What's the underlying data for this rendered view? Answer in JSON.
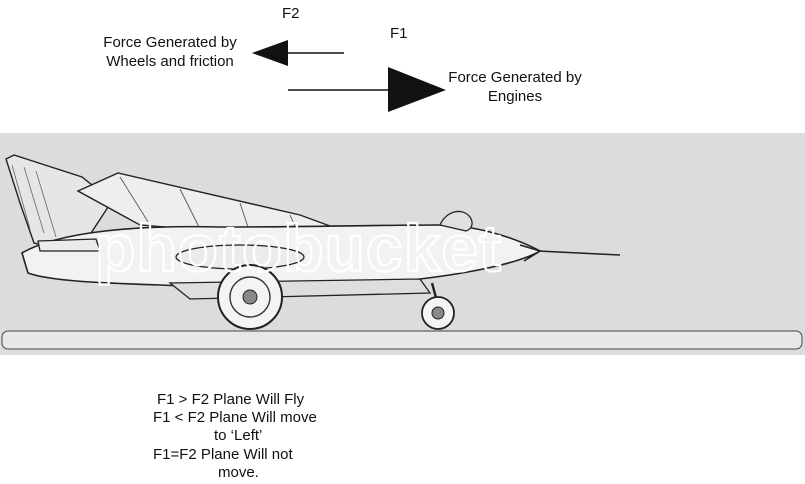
{
  "labels": {
    "f2": "F2",
    "f1": "F1",
    "friction_force": [
      "Force Generated by",
      "Wheels and friction"
    ],
    "engine_force": [
      "Force Generated by",
      "Engines"
    ]
  },
  "conditions": [
    "F1 > F2 Plane Will Fly",
    "F1 < F2 Plane Will move",
    "to ‘Left’",
    "F1=F2 Plane Will not",
    "move."
  ],
  "watermark": "photobucket",
  "colors": {
    "panel": "#dcdcdc",
    "ink": "#111111",
    "watermark": "#ffffff"
  }
}
